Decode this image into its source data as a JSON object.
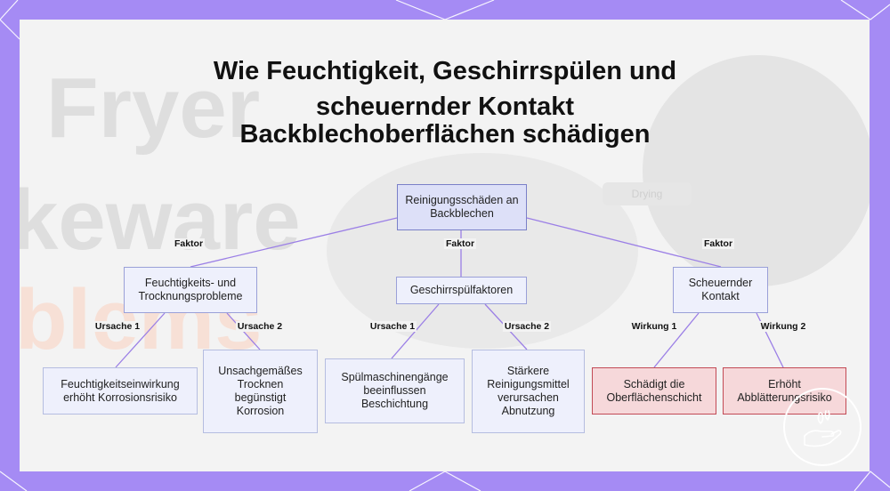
{
  "title": {
    "line1": "Wie Feuchtigkeit, Geschirrspülen und",
    "line2": "scheuernder Kontakt",
    "line3": "Backblechoberflächen schädigen"
  },
  "background": {
    "word1": "Fryer",
    "word2": "keware",
    "word3": "blems",
    "pill": "Drying"
  },
  "nodes": {
    "root": "Reinigungsschäden an Backblechen",
    "moisture": "Feuchtigkeits- und Trocknungsprobleme",
    "dishwasher": "Geschirrspülfaktoren",
    "abrasive": "Scheuernder Kontakt",
    "moisture_c1": "Feuchtigkeitseinwirkung erhöht Korrosionsrisiko",
    "moisture_c2": "Unsachgemäßes Trocknen begünstigt Korrosion",
    "dish_c1": "Spülmaschinengänge beeinflussen Beschichtung",
    "dish_c2": "Stärkere Reinigungsmittel verursachen Abnutzung",
    "abr_w1": "Schädigt die Oberflächenschicht",
    "abr_w2": "Erhöht Abblätterungsrisiko"
  },
  "edge_labels": {
    "factor1": "Faktor",
    "factor2": "Faktor",
    "factor3": "Faktor",
    "cause1a": "Ursache 1",
    "cause2a": "Ursache 2",
    "cause1b": "Ursache 1",
    "cause2b": "Ursache 2",
    "effect1": "Wirkung 1",
    "effect2": "Wirkung 2"
  },
  "colors": {
    "frame": "#a58bf4",
    "edge": "#9b7fe6",
    "node_fill": "#eef0fc",
    "node_border": "#9aa0d8",
    "risk_fill": "#f6d8da",
    "risk_border": "#c24a55"
  },
  "icons": {
    "watermark": "hand-logo-icon"
  }
}
